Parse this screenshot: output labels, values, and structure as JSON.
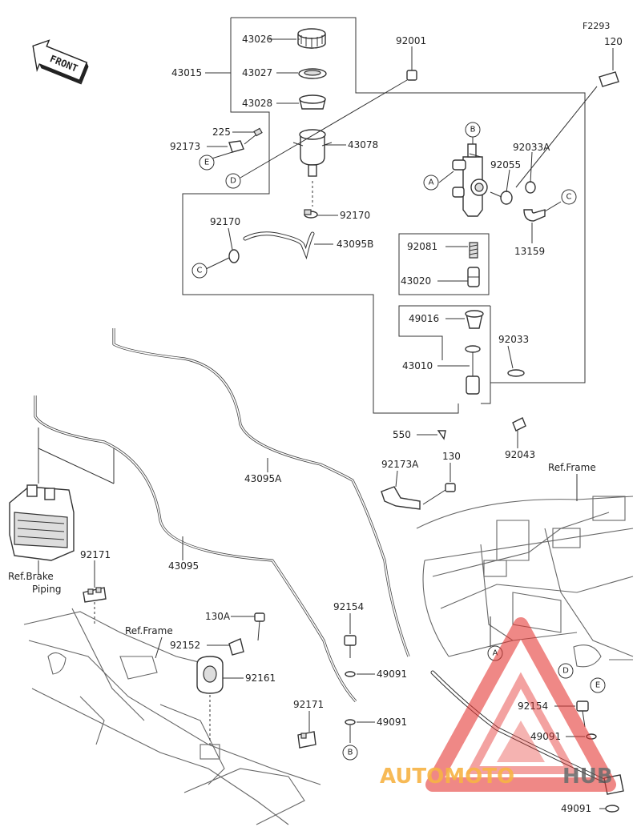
{
  "diagram_code": "F2293",
  "front_label": "FRONT",
  "part_numbers": {
    "p43015": "43015",
    "p43026": "43026",
    "p43027": "43027",
    "p43028": "43028",
    "p43078": "43078",
    "p225": "225",
    "p92173": "92173",
    "p92001": "92001",
    "p120": "120",
    "p92033A": "92033A",
    "p92055": "92055",
    "p13159": "13159",
    "p92170a": "92170",
    "p92170b": "92170",
    "p43095B": "43095B",
    "p92081": "92081",
    "p43020": "43020",
    "p49016": "49016",
    "p92033": "92033",
    "p43010": "43010",
    "p550": "550",
    "p92043": "92043",
    "p43095A": "43095A",
    "p92173A": "92173A",
    "p130": "130",
    "p43095": "43095",
    "p92171a": "92171",
    "p92171b": "92171",
    "p130A": "130A",
    "p92152": "92152",
    "p92161": "92161",
    "p92154a": "92154",
    "p92154b": "92154",
    "p49091a": "49091",
    "p49091b": "49091",
    "p49091c": "49091",
    "p49091d": "49091"
  },
  "references": {
    "brake_piping_line1": "Ref.Brake",
    "brake_piping_line2": "Piping",
    "frame_right": "Ref.Frame",
    "frame_left": "Ref.Frame"
  },
  "callouts": {
    "A1": "A",
    "A2": "A",
    "B1": "B",
    "B2": "B",
    "C1": "C",
    "C2": "C",
    "D1": "D",
    "D2": "D",
    "E1": "E",
    "E2": "E"
  },
  "watermark": {
    "text_red": "AUTOMOTO",
    "text_dark": "HUB",
    "color_red": "#e53935",
    "color_orange": "#f6a623",
    "color_dark": "#555555"
  }
}
